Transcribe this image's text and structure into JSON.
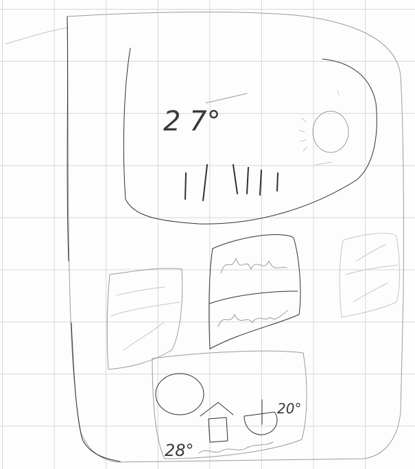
{
  "sketch": {
    "temperature_main": "2 7°",
    "forecast_temp_left": "28°",
    "forecast_temp_right": "20°",
    "colors": {
      "ink": "#2f2f2f",
      "faint_ink": "#9a9a9a",
      "pale_ink": "#c4c4c4",
      "grid": "#d3d6da",
      "paper": "#fdfdfd"
    },
    "icons": {
      "weather": "sun-icon",
      "home": "house-icon",
      "location": "pin-icon",
      "avatar": "circle-icon"
    }
  }
}
